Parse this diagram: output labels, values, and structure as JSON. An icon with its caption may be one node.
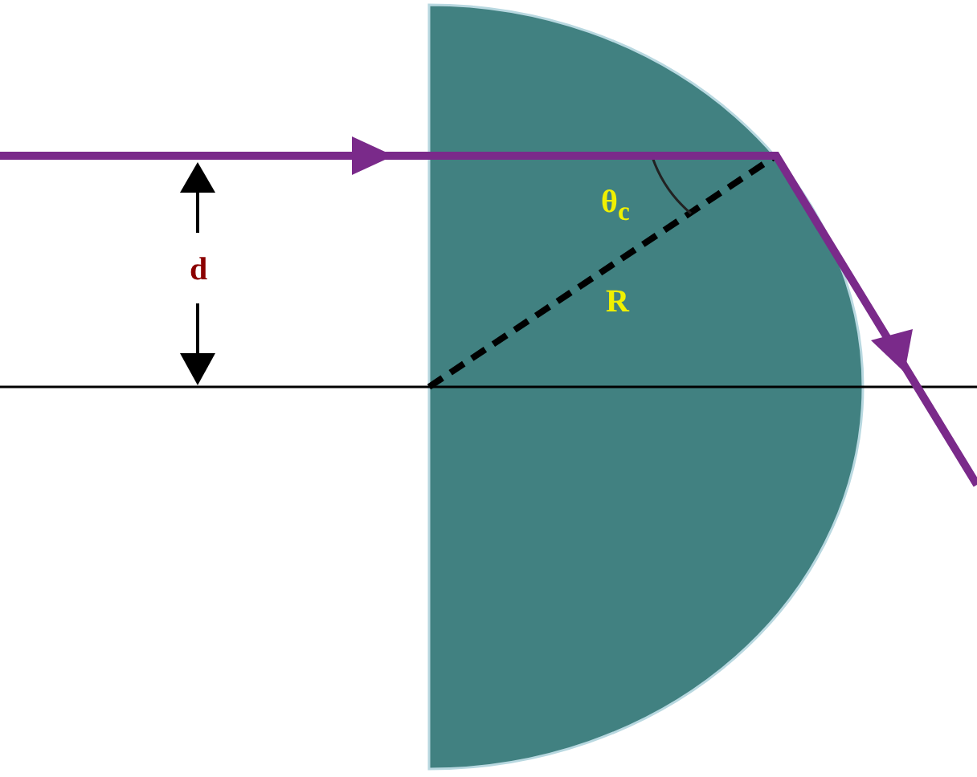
{
  "diagram": {
    "labels": [
      "d",
      "θ$_{c}$",
      "R"
    ]
  }
}
